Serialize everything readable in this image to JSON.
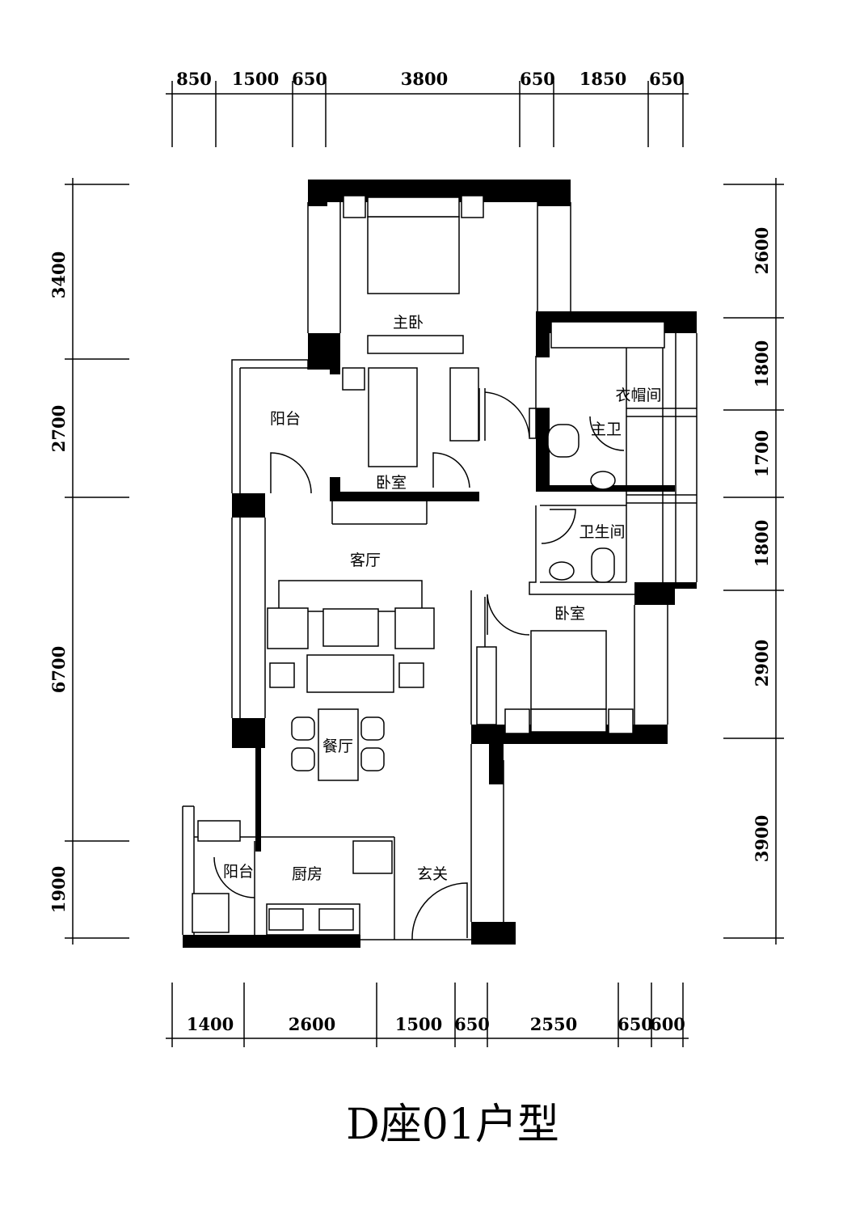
{
  "title": "D座01户型",
  "dimensions": {
    "top": [
      "850",
      "1500",
      "650",
      "3800",
      "650",
      "1850",
      "650"
    ],
    "bottom": [
      "1400",
      "2600",
      "1500",
      "650",
      "2550",
      "650",
      "600"
    ],
    "left": [
      "3400",
      "2700",
      "6700",
      "1900"
    ],
    "right": [
      "2600",
      "1800",
      "1700",
      "1800",
      "2900",
      "3900"
    ]
  },
  "rooms": {
    "master_bedroom": "主卧",
    "bedroom_2": "卧室",
    "balcony_1": "阳台",
    "walk_in_closet": "衣帽间",
    "master_bath": "主卫",
    "bathroom": "卫生间",
    "living_room": "客厅",
    "bedroom_3": "卧室",
    "dining_room": "餐厅",
    "balcony_2": "阳台",
    "kitchen": "厨房",
    "entrance": "玄关"
  }
}
